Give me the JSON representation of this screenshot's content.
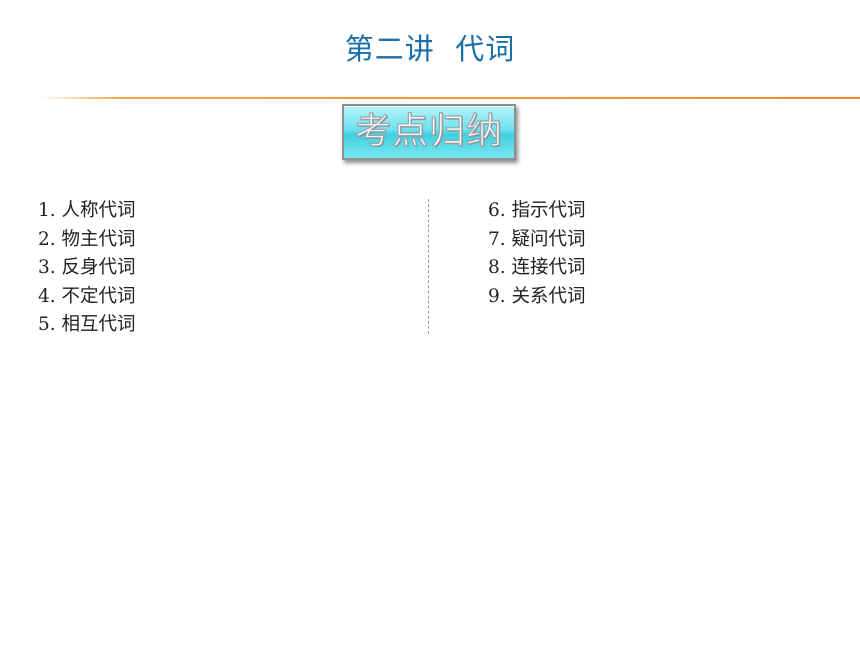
{
  "title": "第二讲  代词",
  "badge": {
    "label": "考点归纳"
  },
  "left_items": [
    "1. 人称代词",
    "2. 物主代词",
    "3. 反身代词",
    "4. 不定代词",
    "5. 相互代词"
  ],
  "right_items": [
    "6. 指示代词",
    "7. 疑问代词",
    "8. 连接代词",
    "9. 关系代词"
  ],
  "colors": {
    "title": "#1a6fa8",
    "rule": "#f08a2a",
    "badge": "#5fdbe9",
    "text": "#222222"
  }
}
